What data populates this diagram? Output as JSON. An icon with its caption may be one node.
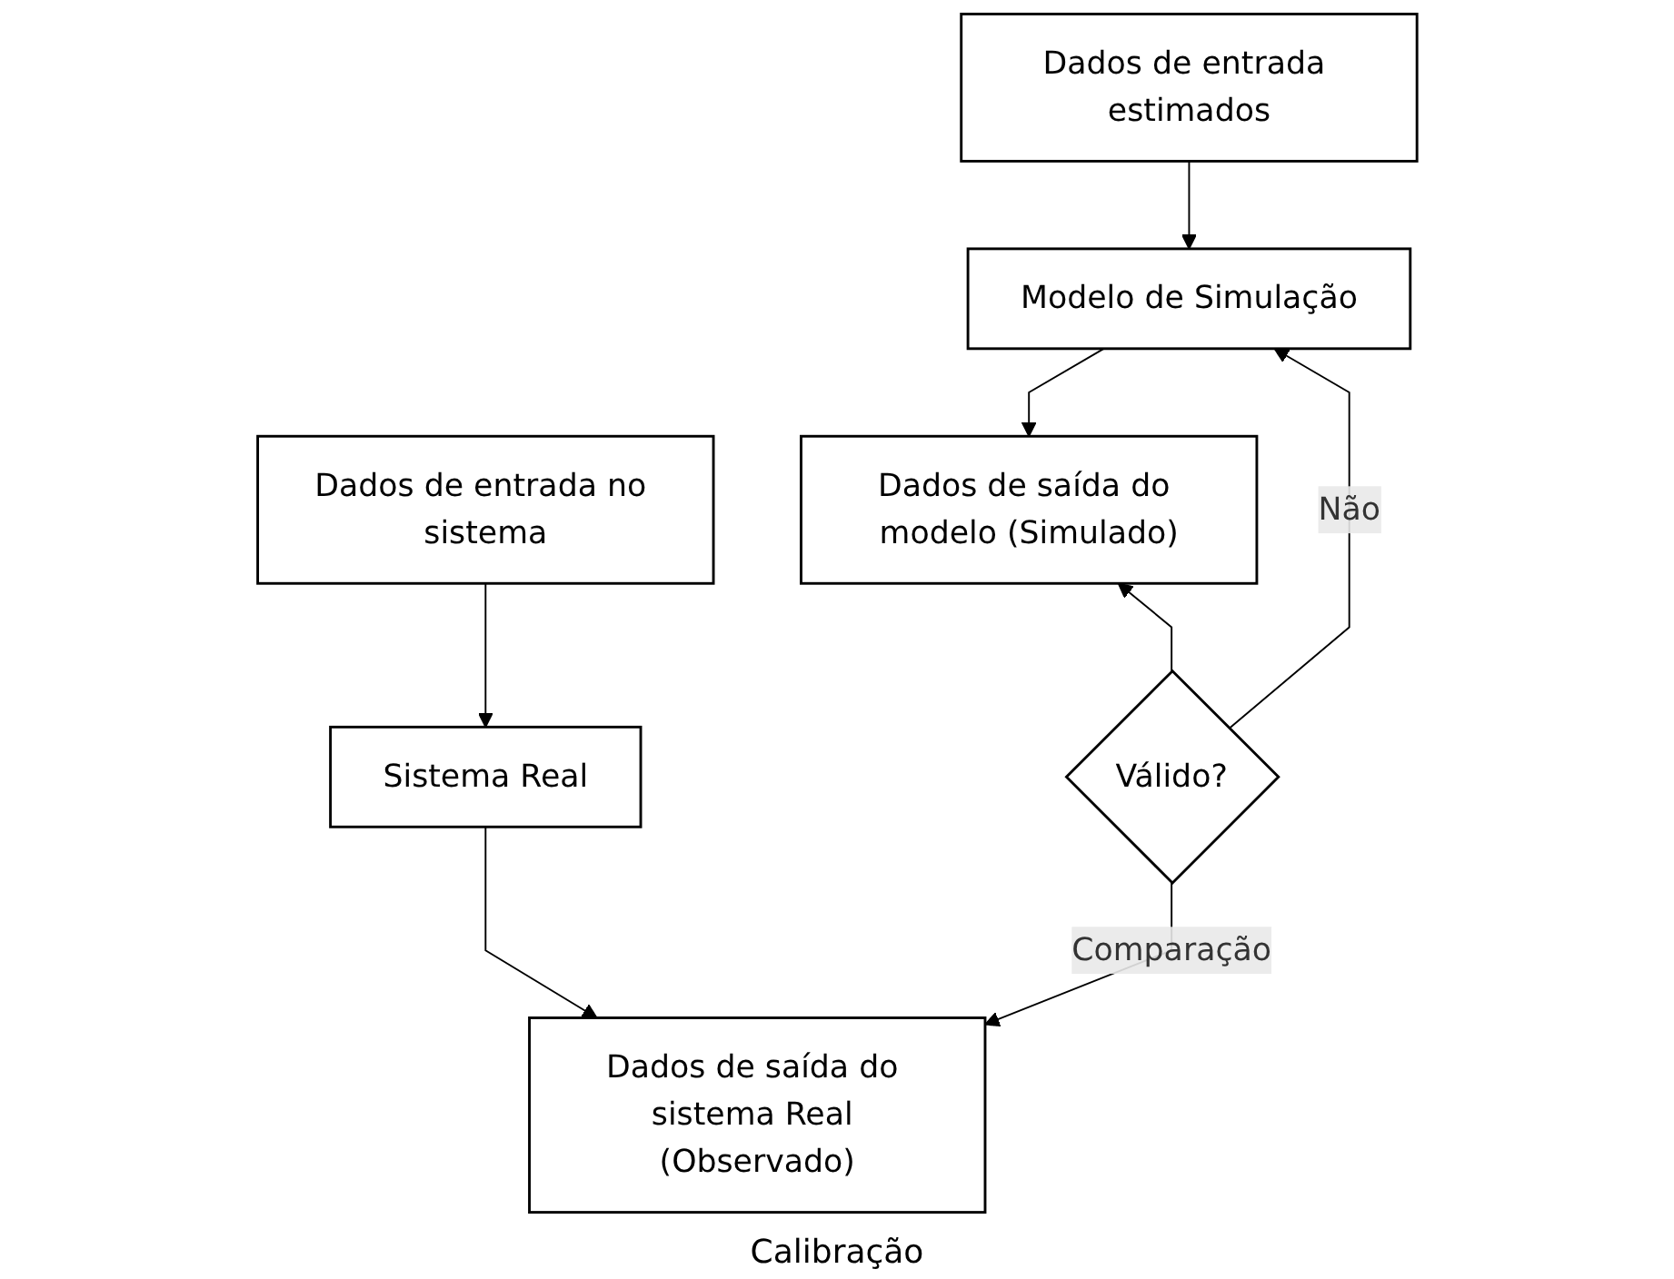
{
  "diagram": {
    "nodes": [
      {
        "text": [
          "Dados de entrada no sistema"
        ]
      },
      {
        "text": [
          "Sistema Real"
        ]
      },
      {
        "text": [
          "Dados de saída do sistema Real (Observado)"
        ]
      },
      {
        "text": [
          "Dados de entrada estimados"
        ]
      },
      {
        "text": [
          "Modelo de Simulação"
        ]
      },
      {
        "text": [
          "Dados de saída do modelo (Simulado)"
        ]
      },
      {
        "text": [
          "Válido?"
        ]
      }
    ],
    "edges": [
      {
        "from": 0,
        "to": 1,
        "arrow": "to"
      },
      {
        "from": 1,
        "to": 2,
        "arrow": "to"
      },
      {
        "from": 3,
        "to": 4,
        "arrow": "to"
      },
      {
        "from": 4,
        "to": 5,
        "arrow": "to"
      },
      {
        "from": 6,
        "to": 2,
        "arrow": "to",
        "label": "Comparação"
      },
      {
        "from": 6,
        "to": 5,
        "arrow": "to"
      },
      {
        "from": 6,
        "to": 4,
        "arrow": "to",
        "label": "Não"
      }
    ],
    "labels": [
      "Calibração"
    ]
  }
}
